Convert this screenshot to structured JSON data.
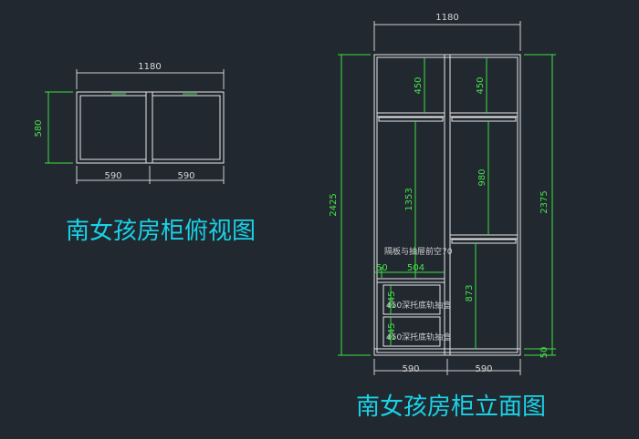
{
  "top_view": {
    "title": "南女孩房柜俯视图",
    "width_total": "1180",
    "depth": "580",
    "bay_left": "590",
    "bay_right": "590"
  },
  "elevation": {
    "title": "南女孩房柜立面图",
    "width_total": "1180",
    "height_left": "2425",
    "height_right": "2375",
    "plinth": "50",
    "bay_left": "590",
    "bay_right": "590",
    "left_top_cell": "450",
    "right_top_cell": "450",
    "left_hanging": "1353",
    "right_hanging_upper": "980",
    "right_hanging_lower": "873",
    "gap_label": "50",
    "inner_width": "504",
    "drawer_h1": "245",
    "drawer_h2": "245",
    "note_partition": "隔板与抽屉前空70",
    "drawer_note_1": "450深托底轨抽盒",
    "drawer_note_2": "450深托底轨抽盒"
  },
  "colors": {
    "background": "#212830",
    "outline": "#e6e6e6",
    "dimension_green": "#3fe03f",
    "title_cyan": "#19d2e6"
  }
}
